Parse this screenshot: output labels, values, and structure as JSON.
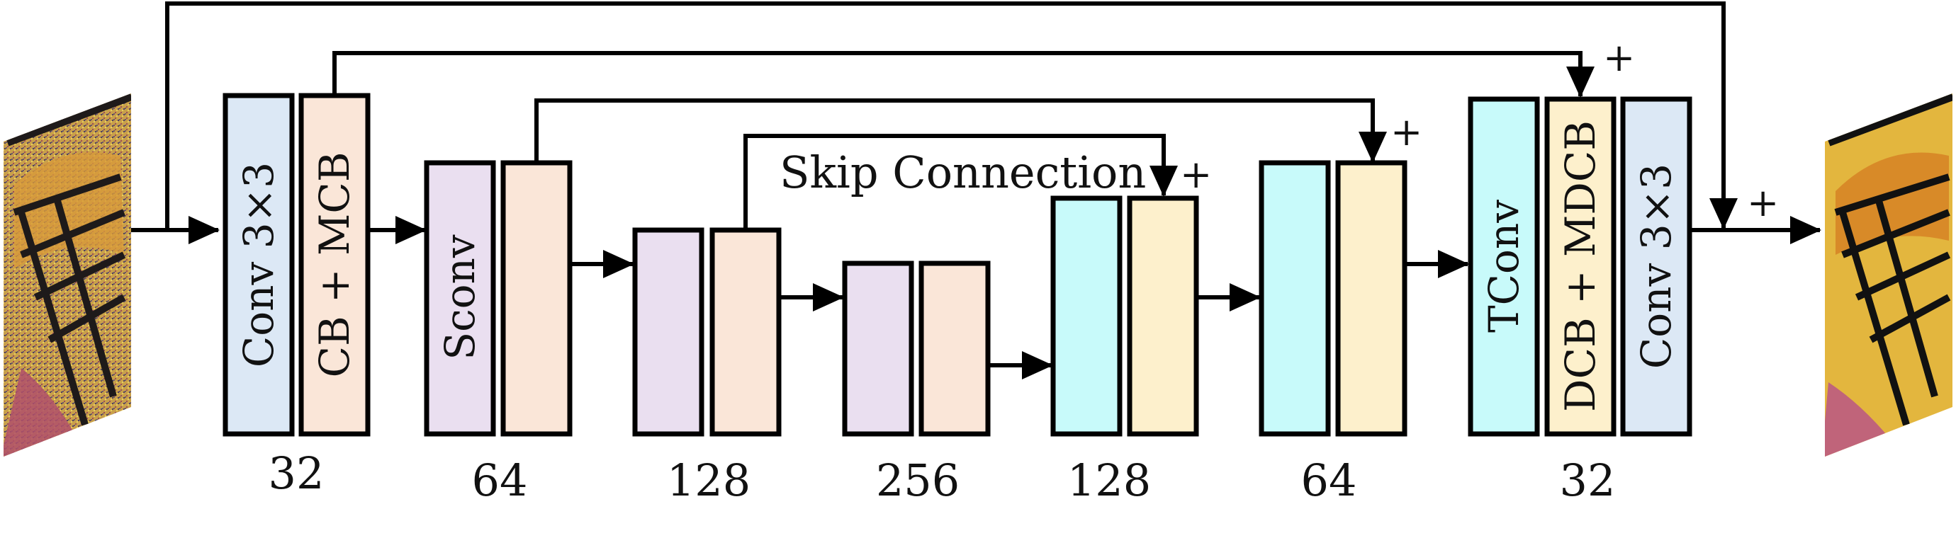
{
  "colors": {
    "blue": "#dce8f5",
    "peach": "#fae6d8",
    "lavender": "#eadff0",
    "cyan": "#c8fafa",
    "cream": "#fdf0cc"
  },
  "blocks": {
    "conv_in": "Conv 3×3",
    "cb_mcb": "CB + MCB",
    "sconv": "Sconv",
    "tconv": "TConv",
    "dcb_mdcb": "DCB + MDCB",
    "conv_out": "Conv 3×3"
  },
  "channels": {
    "c1": "32",
    "c2": "64",
    "c3": "128",
    "c4": "256",
    "c5": "128",
    "c6": "64",
    "c7": "32"
  },
  "skip_label": "Skip Connection",
  "plus": "+",
  "images": {
    "input": "noisy-butterfly-image",
    "output": "denoised-butterfly-image"
  }
}
